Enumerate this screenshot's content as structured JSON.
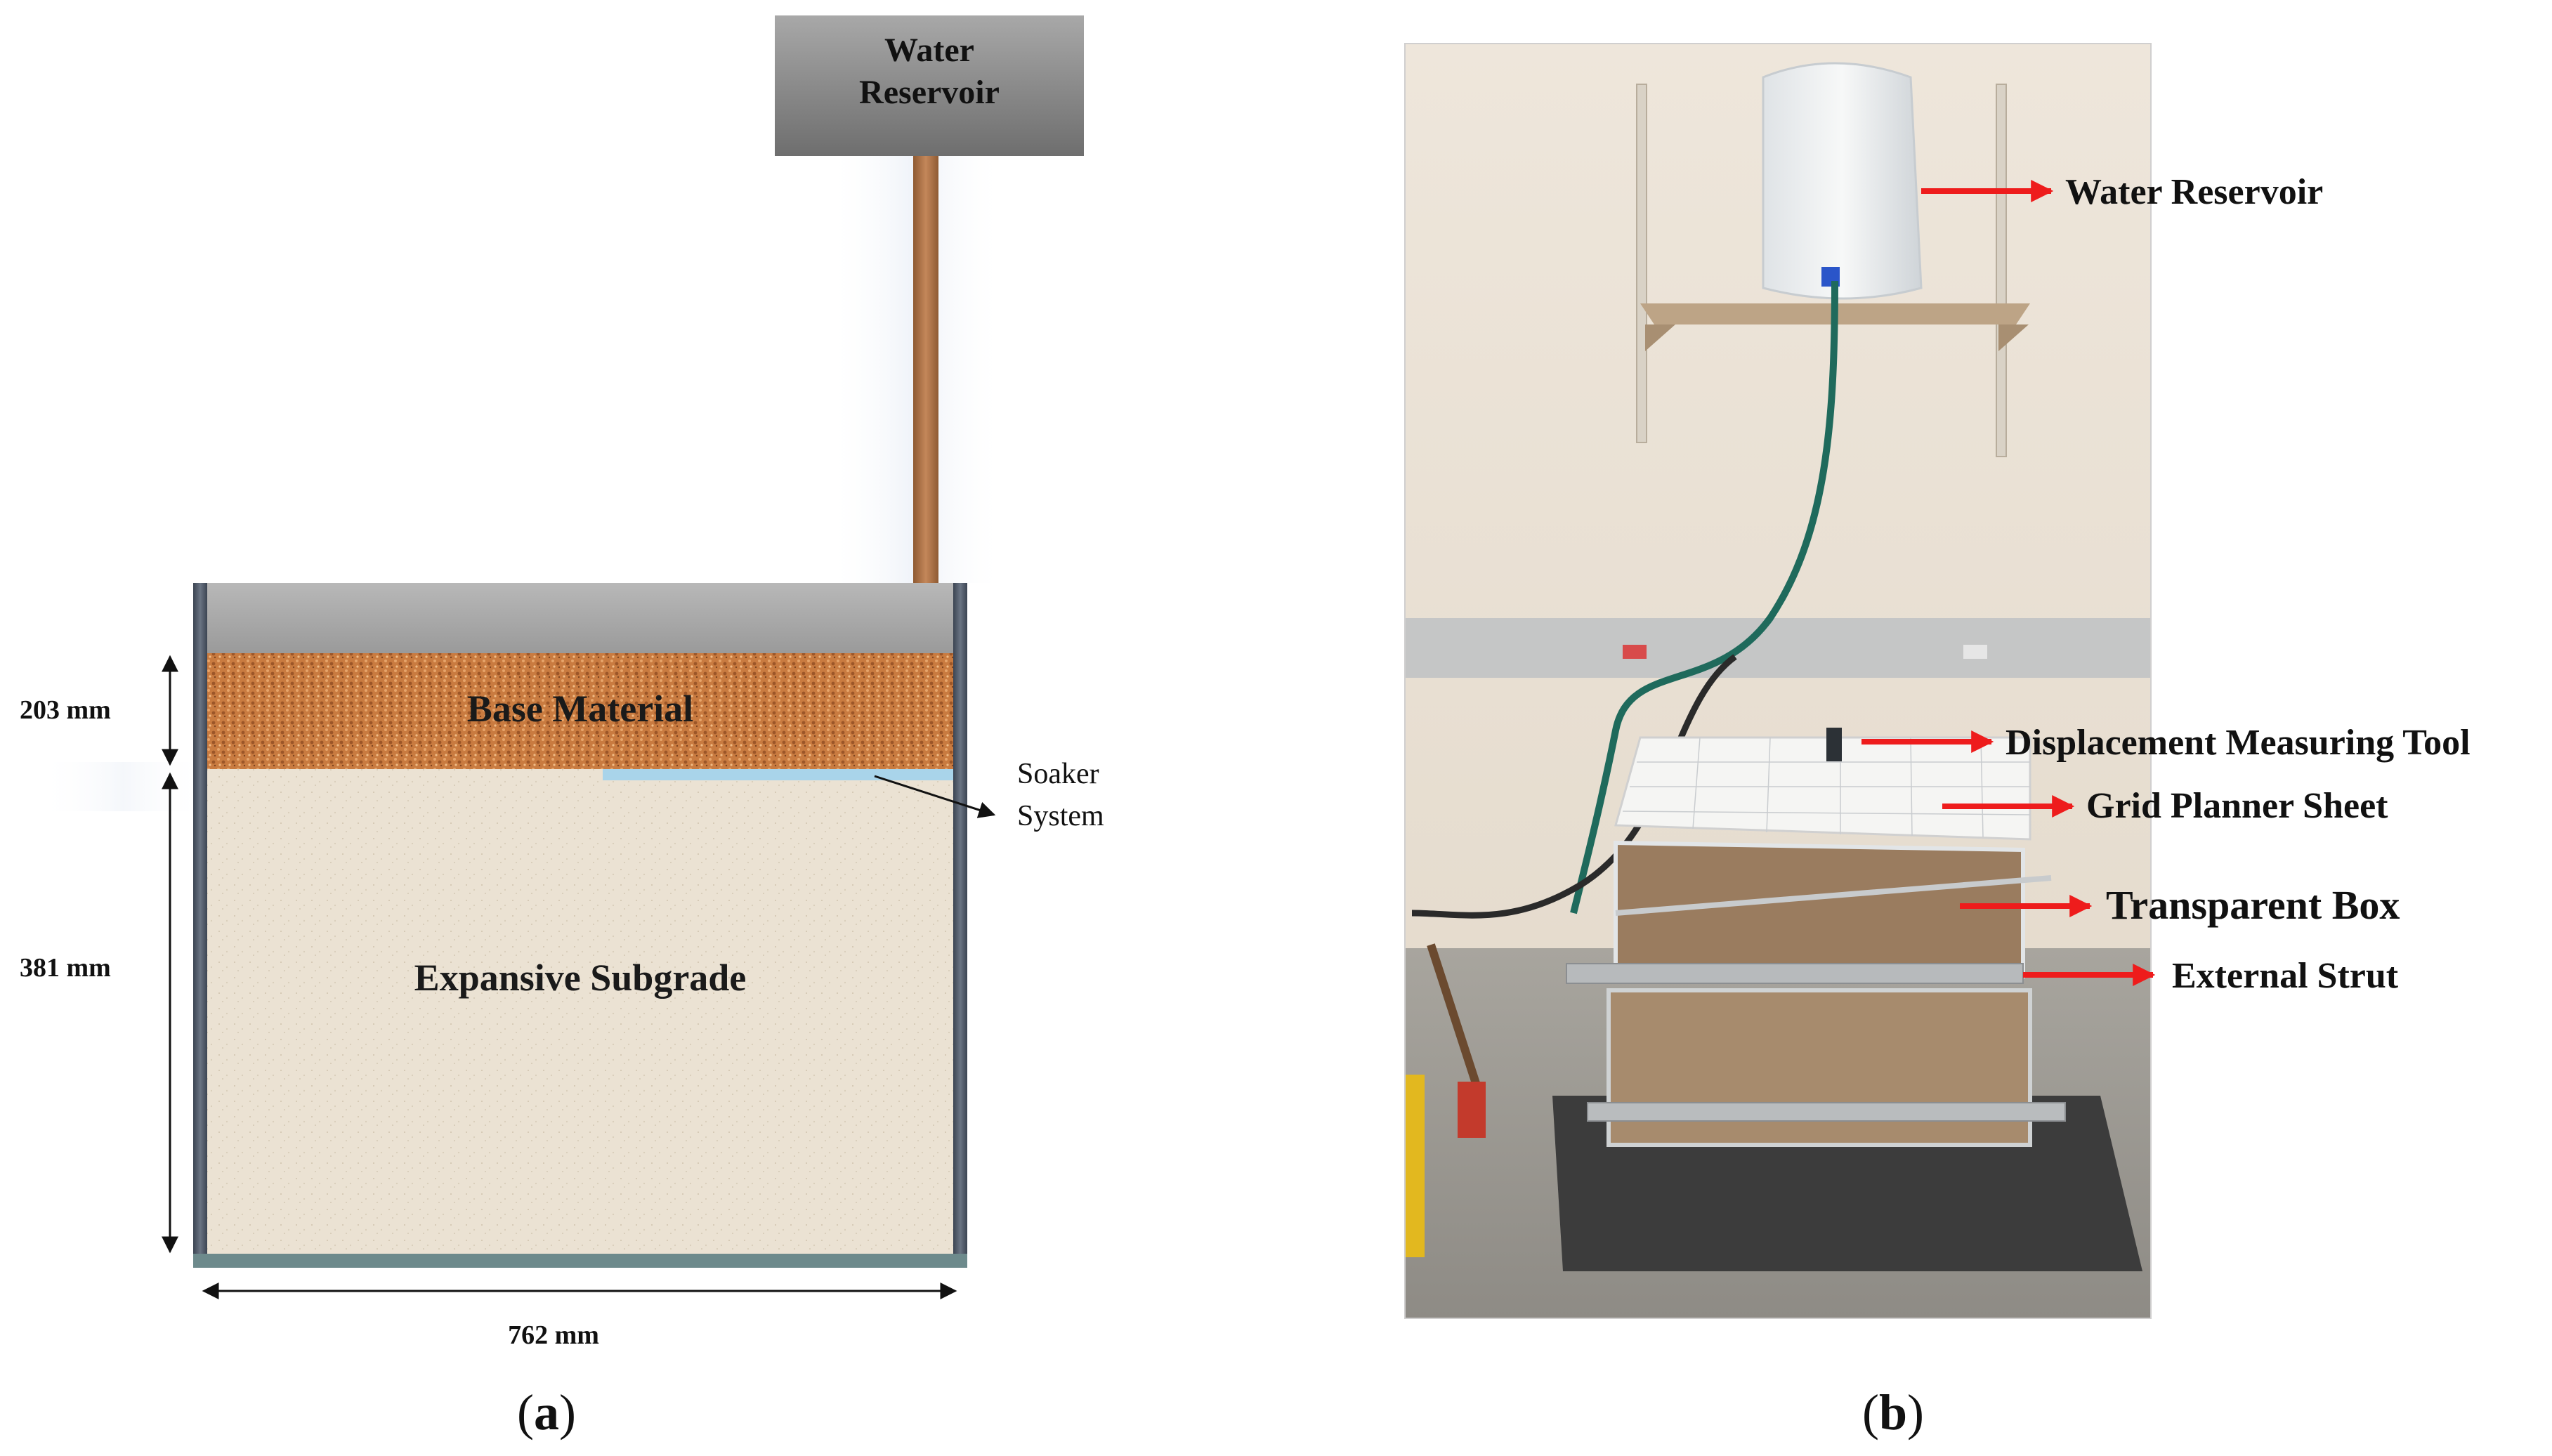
{
  "panel_a": {
    "reservoir_label": [
      "Water",
      "Reservoir"
    ],
    "base_label": "Base Material",
    "subgrade_label": "Expansive Subgrade",
    "soaker_label": [
      "Soaker",
      "System"
    ],
    "dim_base": "203 mm",
    "dim_subgrade": "381 mm",
    "dim_width": "762 mm",
    "caption_letter": "a"
  },
  "panel_b": {
    "labels": {
      "water_reservoir": "Water Reservoir",
      "displacement_tool": "Displacement Measuring Tool",
      "grid_sheet": "Grid Planner Sheet",
      "transparent_box": "Transparent Box",
      "external_strut": "External Strut"
    },
    "caption_letter": "b"
  },
  "colors": {
    "arrow_red": "#ee1c1c",
    "base_material": "#c8783c",
    "subgrade": "#e9dfcf",
    "wall": "#4e5866",
    "pipe": "#b57848",
    "soaker": "#a9d4ea"
  }
}
